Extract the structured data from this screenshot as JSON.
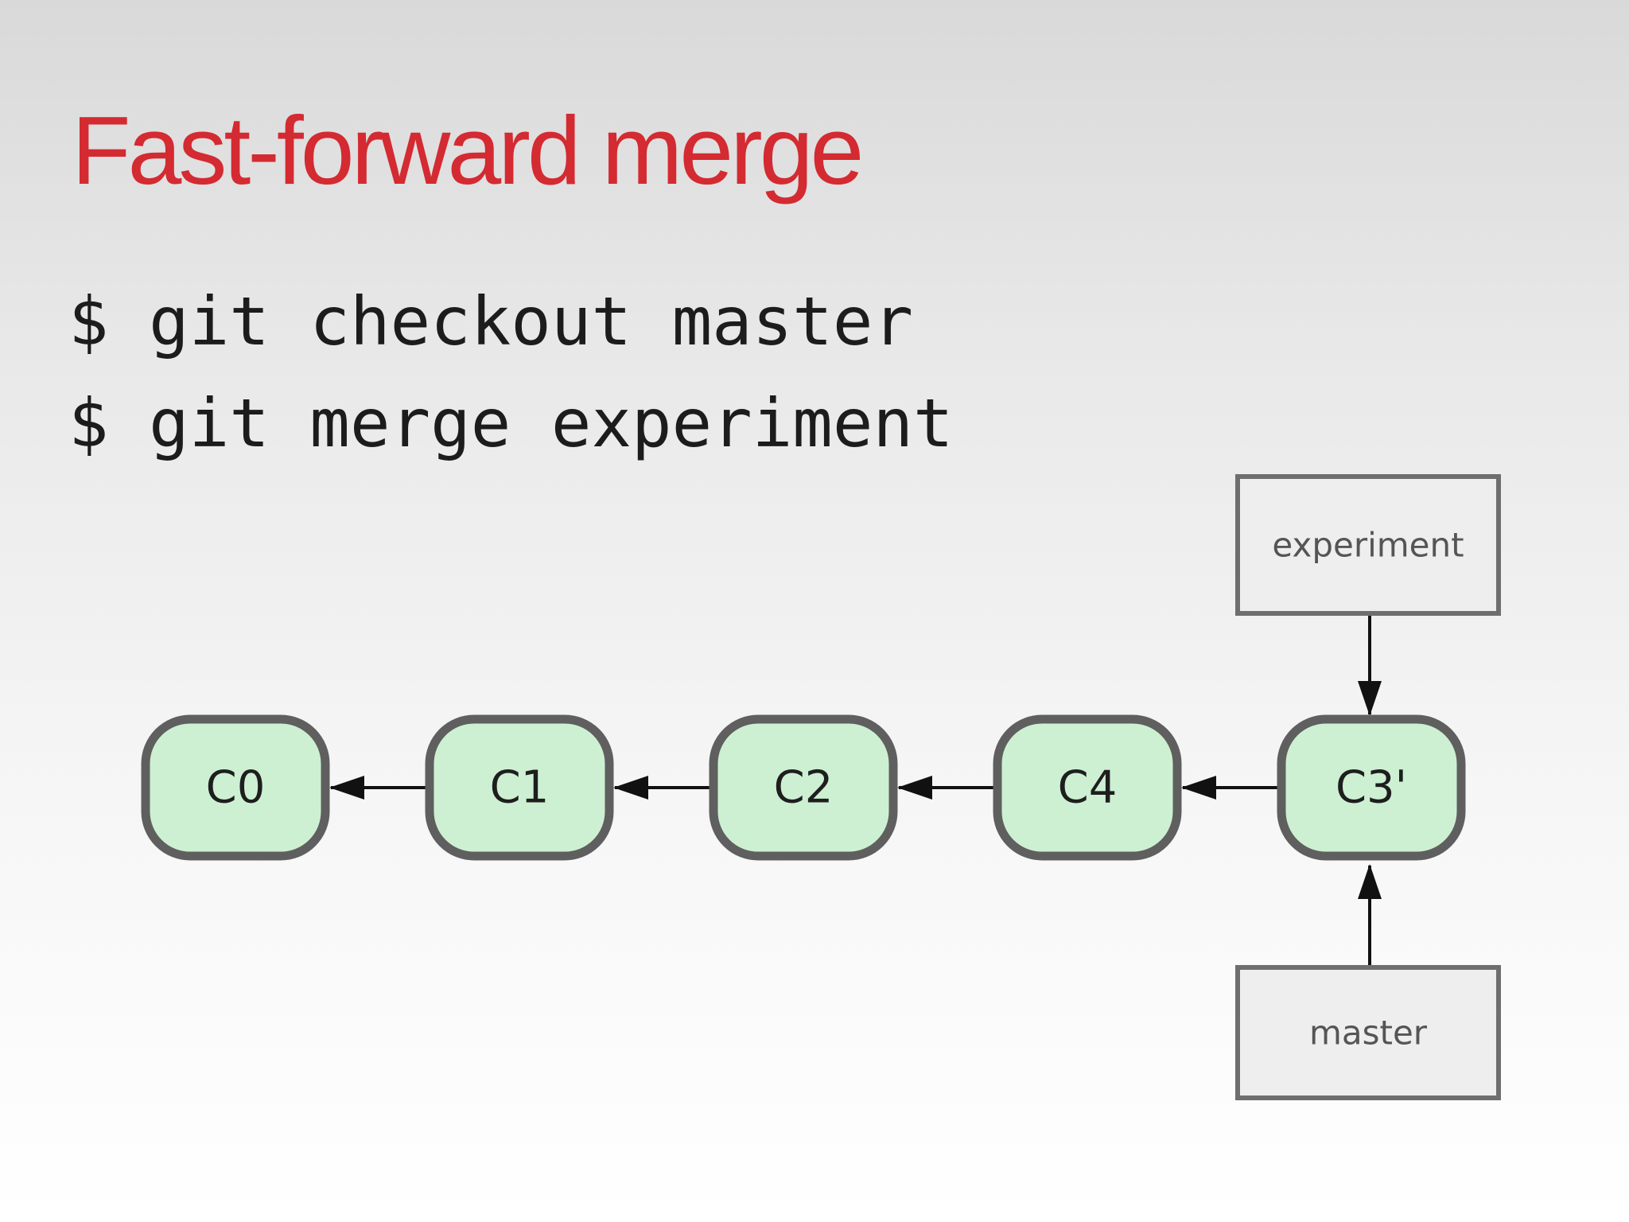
{
  "slide": {
    "title": "Fast-forward merge"
  },
  "commands": [
    "$ git checkout master",
    "$ git merge experiment"
  ],
  "diagram": {
    "commits": [
      {
        "id": "C0",
        "label": "C0"
      },
      {
        "id": "C1",
        "label": "C1"
      },
      {
        "id": "C2",
        "label": "C2"
      },
      {
        "id": "C4",
        "label": "C4"
      },
      {
        "id": "C3p",
        "label": "C3'"
      }
    ],
    "refs": [
      {
        "id": "experiment",
        "label": "experiment",
        "points_to": "C3p"
      },
      {
        "id": "master",
        "label": "master",
        "points_to": "C3p"
      }
    ],
    "colors": {
      "commit_fill": "#cdf0d2",
      "commit_stroke": "#5f5f5f",
      "ref_fill": "#eeeeee",
      "ref_stroke": "#6e6e6e",
      "arrow": "#111111",
      "title": "#d42a31"
    }
  }
}
